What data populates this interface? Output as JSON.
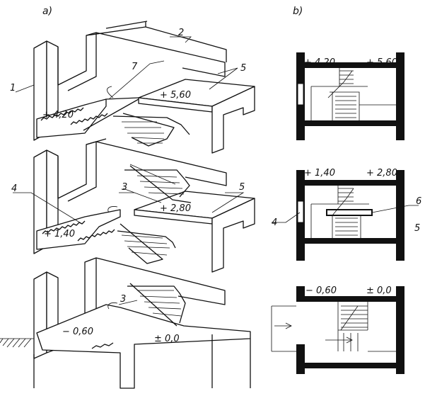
{
  "panels": {
    "a": "a)",
    "b": "b)"
  },
  "left": {
    "callouts": [
      "1",
      "2",
      "7",
      "5",
      "4",
      "3",
      "5",
      "3"
    ],
    "levels": {
      "top_left": "+ 4,20",
      "top_right": "+ 5,60",
      "mid_left": "+ 1,40",
      "mid_right": "+ 2,80",
      "bot_left": "− 0,60",
      "bot_right": "± 0,0"
    }
  },
  "right": {
    "plan_top": {
      "left": "+ 4,20",
      "right": "+ 5,60"
    },
    "plan_mid": {
      "left": "+ 1,40",
      "right": "+ 2,80",
      "callout_left": "4",
      "callout_right_top": "6",
      "callout_right_bot": "5"
    },
    "plan_bot": {
      "left": "− 0,60",
      "right": "± 0,0"
    }
  }
}
